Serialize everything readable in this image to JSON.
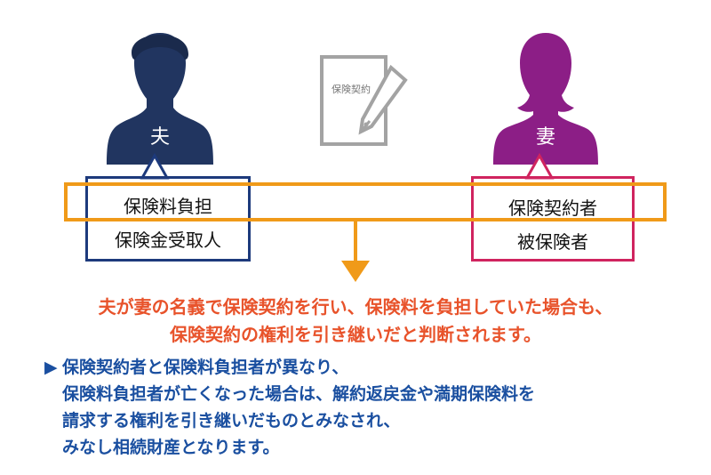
{
  "colors": {
    "husband": "#213560",
    "wife": "#8c1e86",
    "husband_box": "#1d3a7c",
    "wife_box": "#d0245f",
    "orange_band": "#f09a19",
    "conclusion_text": "#e8532b",
    "note_text": "#1a4fa0",
    "document": "#a3a3a3"
  },
  "husband": {
    "label": "夫",
    "box_lines": [
      "保険料負担",
      "保険金受取人"
    ]
  },
  "wife": {
    "label": "妻",
    "box_lines": [
      "保険契約者",
      "被保険者"
    ]
  },
  "document": {
    "label": "保険契約",
    "icon": "contract-with-pen-icon"
  },
  "conclusion": {
    "lines": [
      "夫が妻の名義で保険契約を行い、保険料を負担していた場合も、",
      "保険契約の権利を引き継いだと判断されます。"
    ]
  },
  "note": {
    "marker": "▶",
    "lines": [
      "保険契約者と保険料負担者が異なり、",
      "保険料負担者が亡くなった場合は、解約返戻金や満期保険料を",
      "請求する権利を引き継いだものとみなされ、",
      "みなし相続財産となります。"
    ]
  }
}
